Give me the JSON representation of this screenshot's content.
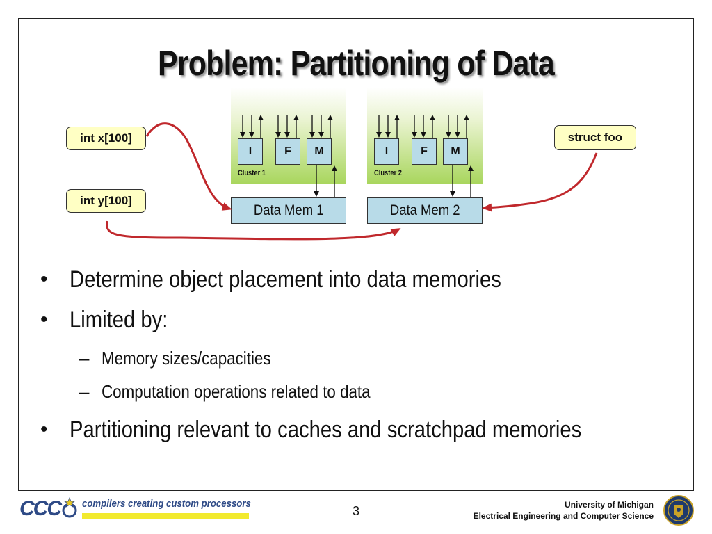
{
  "slide": {
    "title": "Problem: Partitioning of Data",
    "page_number": "3"
  },
  "diagram": {
    "clusters": [
      {
        "label": "Cluster 1",
        "units": [
          "I",
          "F",
          "M"
        ]
      },
      {
        "label": "Cluster 2",
        "units": [
          "I",
          "F",
          "M"
        ]
      }
    ],
    "memories": [
      "Data Mem 1",
      "Data Mem 2"
    ],
    "data_objects": [
      "int x[100]",
      "int y[100]",
      "struct foo"
    ],
    "colors": {
      "arrow": "#c0282c",
      "unit_fill": "#b8dbe8",
      "tag_fill": "#ffffc4",
      "cluster_green": "#a9d65e"
    }
  },
  "bullets": [
    {
      "level": 1,
      "text": "Determine object placement into data memories"
    },
    {
      "level": 1,
      "text": "Limited by:"
    },
    {
      "level": 2,
      "text": "Memory sizes/capacities"
    },
    {
      "level": 2,
      "text": "Computation operations related to data"
    },
    {
      "level": 1,
      "text": "Partitioning relevant to caches and scratchpad memories"
    }
  ],
  "footer": {
    "logo_text": "CCC",
    "logo_tagline": "compilers creating custom processors",
    "university_line1": "University of Michigan",
    "university_line2": "Electrical Engineering and Computer Science",
    "seal_icon": "university-seal-icon"
  }
}
